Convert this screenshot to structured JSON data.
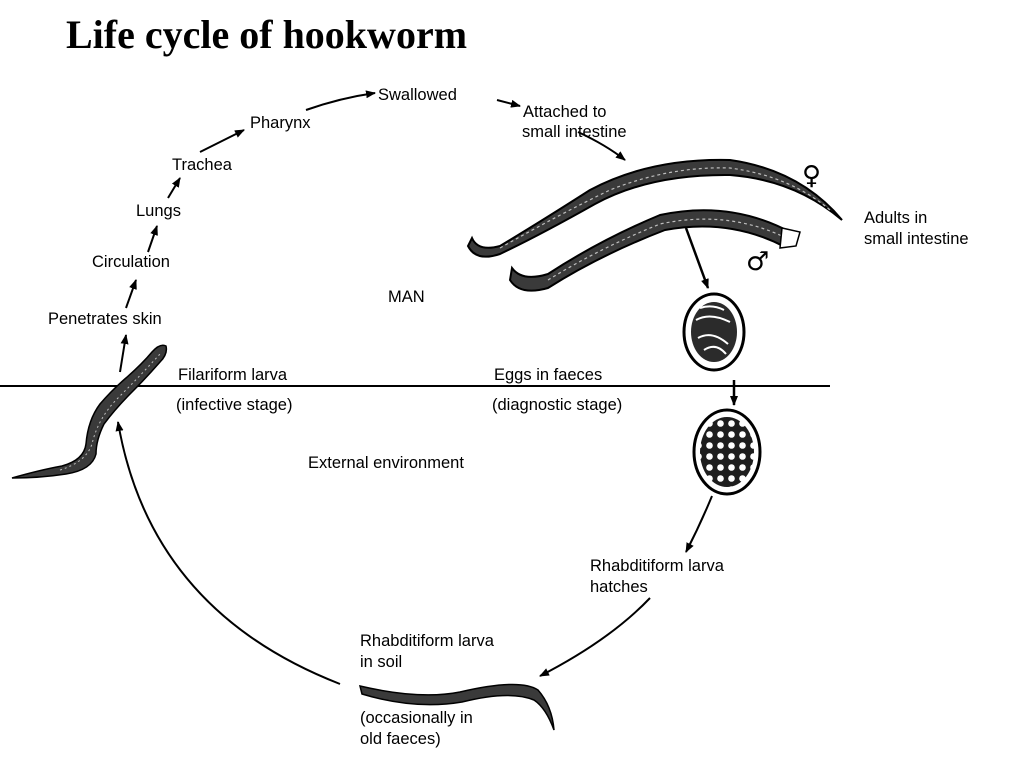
{
  "title": "Life cycle of hookworm",
  "labels": {
    "swallowed": "Swallowed",
    "attached_line1": "Attached to",
    "attached_line2": "small intestine",
    "pharynx": "Pharynx",
    "trachea": "Trachea",
    "lungs": "Lungs",
    "circulation": "Circulation",
    "penetrates_skin": "Penetrates skin",
    "man": "MAN",
    "adults_line1": "Adults in",
    "adults_line2": "small intestine",
    "female_symbol": "♀",
    "male_symbol": "♂",
    "filariform_line1": "Filariform larva",
    "filariform_line2": "(infective stage)",
    "eggs_line1": "Eggs in faeces",
    "eggs_line2": "(diagnostic stage)",
    "external": "External environment",
    "rhab_hatch_line1": "Rhabditiform larva",
    "rhab_hatch_line2": "hatches",
    "rhab_soil_line1": "Rhabditiform larva",
    "rhab_soil_line2": "in soil",
    "rhab_soil_line3": "(occasionally in",
    "rhab_soil_line4": "old faeces)"
  },
  "colors": {
    "ink": "#000000",
    "worm_fill": "#3a3a3a",
    "egg_fill": "#2b2b2b",
    "background": "#ffffff"
  }
}
